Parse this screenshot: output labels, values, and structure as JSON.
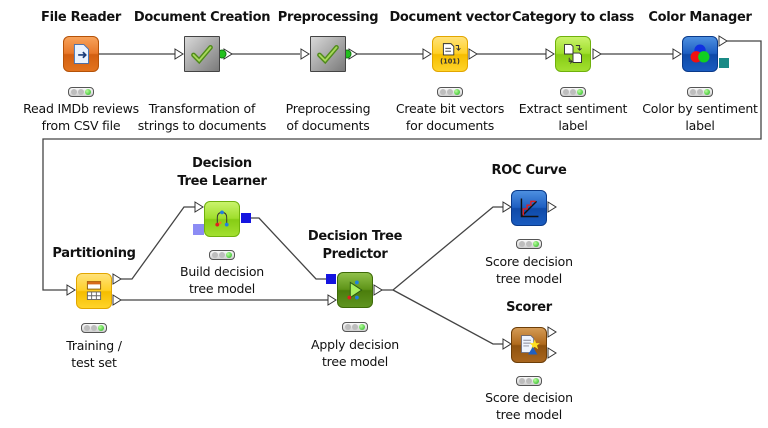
{
  "workflow": {
    "nodes": [
      {
        "id": "file-reader",
        "title": "File Reader",
        "description_lines": [
          "Read IMDb reviews",
          "from CSV file"
        ],
        "icon": "file-reader-icon",
        "color": "#e8782a",
        "status": "executed"
      },
      {
        "id": "document-creation",
        "title": "Document Creation",
        "description_lines": [
          "Transformation of",
          "strings to documents"
        ],
        "icon": "metanode-check-icon",
        "color": "#8a8a8a",
        "status": "executed"
      },
      {
        "id": "preprocessing",
        "title": "Preprocessing",
        "description_lines": [
          "Preprocessing",
          "of documents"
        ],
        "icon": "metanode-check-icon",
        "color": "#8a8a8a",
        "status": "executed"
      },
      {
        "id": "document-vector",
        "title": "Document vector",
        "description_lines": [
          "Create bit vectors",
          "for documents"
        ],
        "icon": "document-vector-icon",
        "color": "#ffd028",
        "status": "executed"
      },
      {
        "id": "category-to-class",
        "title": "Category to class",
        "description_lines": [
          "Extract sentiment",
          "label"
        ],
        "icon": "category-to-class-icon",
        "color": "#9fde2c",
        "status": "executed"
      },
      {
        "id": "color-manager",
        "title": "Color Manager",
        "description_lines": [
          "Color by sentiment",
          "label"
        ],
        "icon": "color-manager-icon",
        "color": "#1e5fc2",
        "status": "executed"
      },
      {
        "id": "partitioning",
        "title": "Partitioning",
        "description_lines": [
          "Training /",
          "test set"
        ],
        "icon": "partitioning-icon",
        "color": "#ffd028",
        "status": "executed"
      },
      {
        "id": "decision-tree-learner",
        "title_lines": [
          "Decision",
          "Tree Learner"
        ],
        "description_lines": [
          "Build decision",
          "tree model"
        ],
        "icon": "decision-tree-learner-icon",
        "color": "#9fde2c",
        "status": "executed"
      },
      {
        "id": "decision-tree-predictor",
        "title_lines": [
          "Decision Tree",
          "Predictor"
        ],
        "description_lines": [
          "Apply decision",
          "tree model"
        ],
        "icon": "decision-tree-predictor-icon",
        "color": "#5e9418",
        "status": "executed"
      },
      {
        "id": "roc-curve",
        "title": "ROC Curve",
        "description_lines": [
          "Score decision",
          "tree model"
        ],
        "icon": "roc-curve-icon",
        "color": "#1e5fc2",
        "status": "executed"
      },
      {
        "id": "scorer",
        "title": "Scorer",
        "description_lines": [
          "Score decision",
          "tree model"
        ],
        "icon": "scorer-icon",
        "color": "#b06a1c",
        "status": "executed"
      }
    ],
    "connections": [
      [
        "file-reader",
        "document-creation"
      ],
      [
        "document-creation",
        "preprocessing"
      ],
      [
        "preprocessing",
        "document-vector"
      ],
      [
        "document-vector",
        "category-to-class"
      ],
      [
        "category-to-class",
        "color-manager"
      ],
      [
        "color-manager",
        "partitioning"
      ],
      [
        "partitioning",
        "decision-tree-learner"
      ],
      [
        "partitioning",
        "decision-tree-predictor"
      ],
      [
        "decision-tree-learner",
        "decision-tree-predictor"
      ],
      [
        "decision-tree-predictor",
        "roc-curve"
      ],
      [
        "decision-tree-predictor",
        "scorer"
      ]
    ],
    "colors": {
      "wire": "#444444",
      "model_port": "#1515e0",
      "flowvar_port": "#8c8cf4",
      "color_model_port": "#1a8a86",
      "status_green": "#22b31d"
    }
  }
}
